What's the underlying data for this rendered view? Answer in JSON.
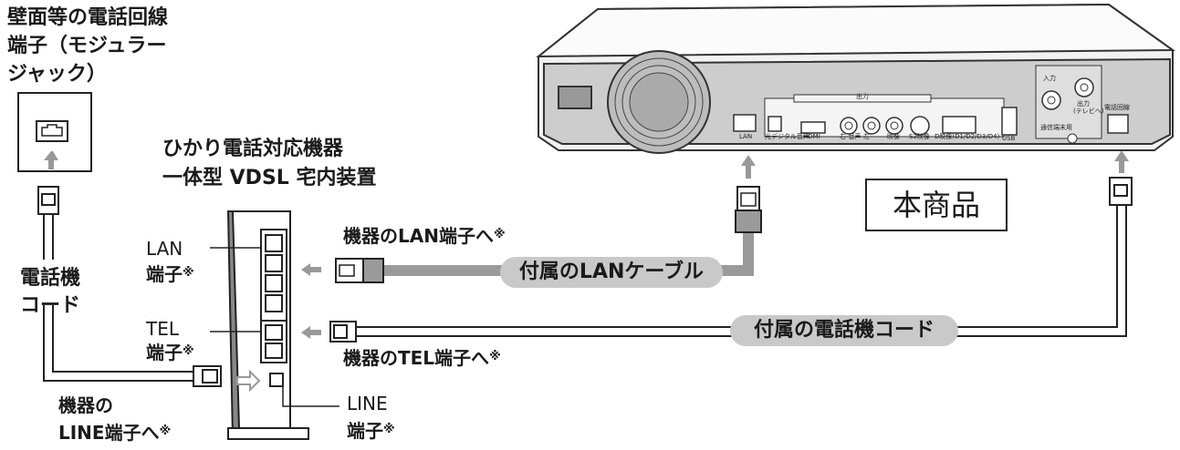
{
  "wall_jack": {
    "line1": "壁面等の電話回線",
    "line2": "端子（モジュラー",
    "line3": "ジャック）"
  },
  "vdsl": {
    "title1": "ひかり電話対応機器",
    "title2": "一体型 VDSL 宅内装置"
  },
  "ports": {
    "lan_label": "LAN",
    "lan_sub": "端子",
    "tel_label": "TEL",
    "tel_sub": "端子",
    "line_label": "LINE",
    "line_sub": "端子",
    "mark": "※"
  },
  "phone_cord_left": {
    "line1": "電話機",
    "line2": "コード"
  },
  "to_device_line": {
    "line1": "機器の",
    "line2": "LINE端子へ"
  },
  "to_device_lan": "機器のLAN端子へ",
  "to_device_tel": "機器のTEL端子へ",
  "cables": {
    "lan_cable": "付属のLANケーブル",
    "phone_cord": "付属の電話機コード"
  },
  "product_label": "本商品",
  "rear_panel": {
    "output_group": "出力",
    "lan": "LAN",
    "optical": "光デジタル音声",
    "hdmi": "HDMI",
    "audio": "右-音声-左",
    "video": "映像",
    "s2video": "S2映像",
    "dvideo": "D映像(D1/D2/D3/D4)",
    "usb": "USB",
    "input": "入力",
    "output_tv": "出力",
    "output_tv_sub": "(テレビへ)",
    "phone_line": "電話回線",
    "ground": "通信端末用"
  },
  "colors": {
    "cable_gray": "#9a9a9a",
    "pill_gray": "#c9c9c9",
    "line": "#222222"
  }
}
